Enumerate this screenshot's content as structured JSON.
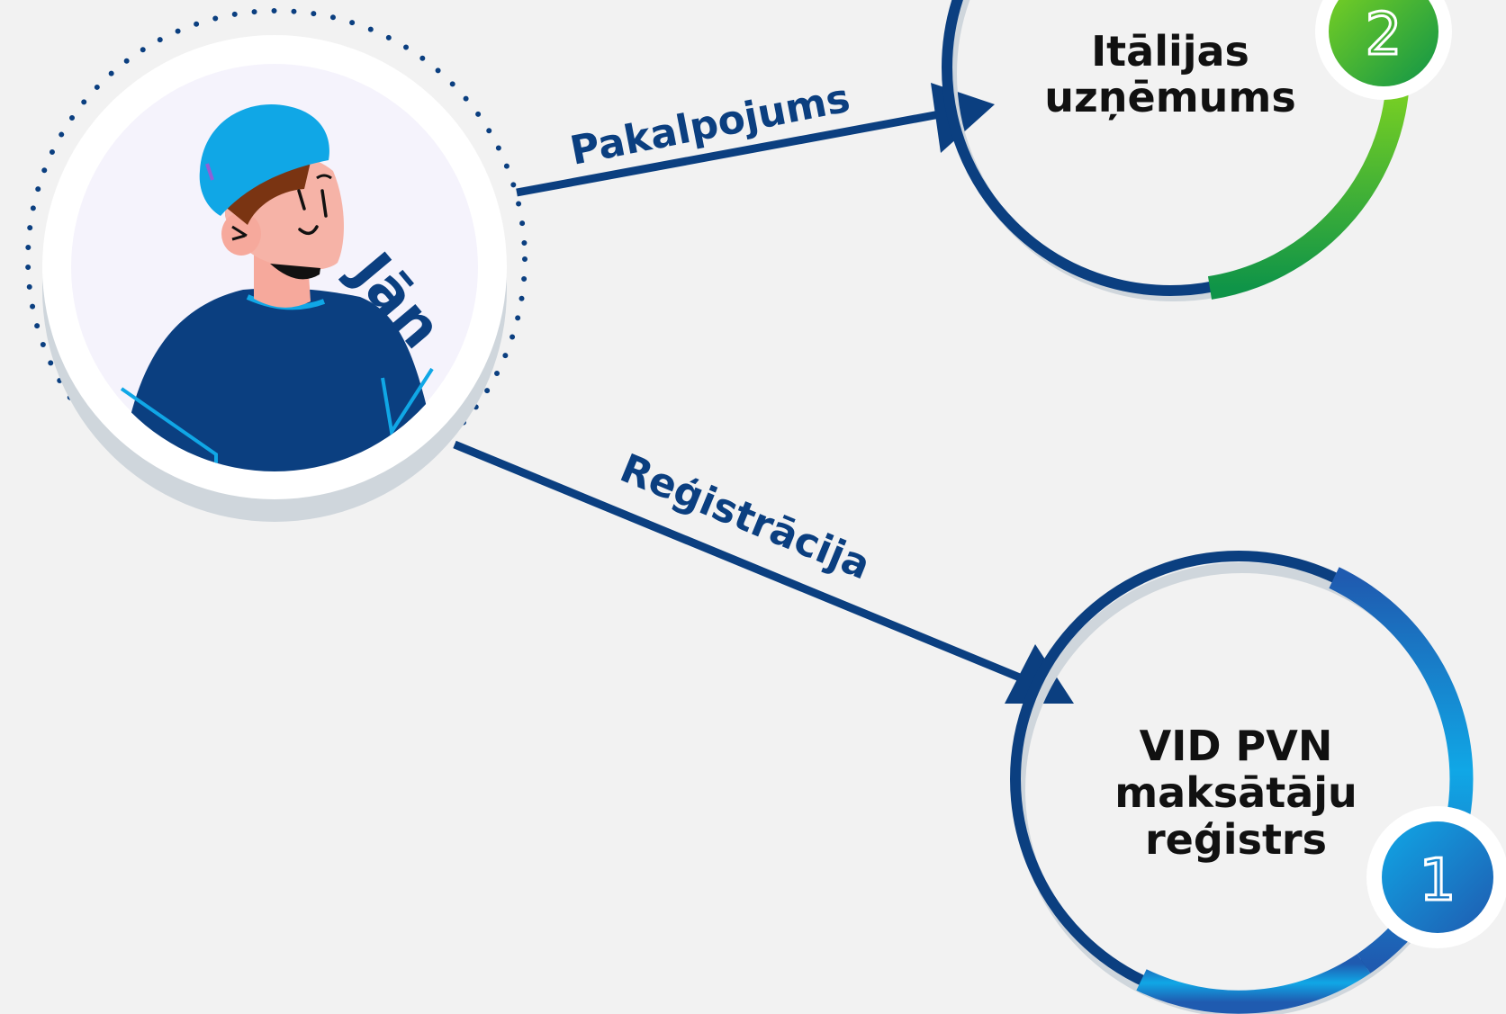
{
  "colors": {
    "background": "#f2f2f2",
    "navy": "#0b3f80",
    "green_light": "#7ed321",
    "green_dark": "#0f9448",
    "blue_light": "#10a7e6",
    "blue_dark": "#1f5bb0",
    "text": "#111111"
  },
  "person": {
    "name": "Jān",
    "icon": "person-avatar-icon"
  },
  "edges": {
    "service": {
      "label": "Pakalpojums"
    },
    "registration": {
      "label": "Reģistrācija"
    }
  },
  "nodes": {
    "italy": {
      "lines": [
        "Itālijas",
        "uzņēmums"
      ],
      "badge": "2"
    },
    "vid": {
      "lines": [
        "VID PVN",
        "maksātāju",
        "reģistrs"
      ],
      "badge": "1"
    }
  }
}
